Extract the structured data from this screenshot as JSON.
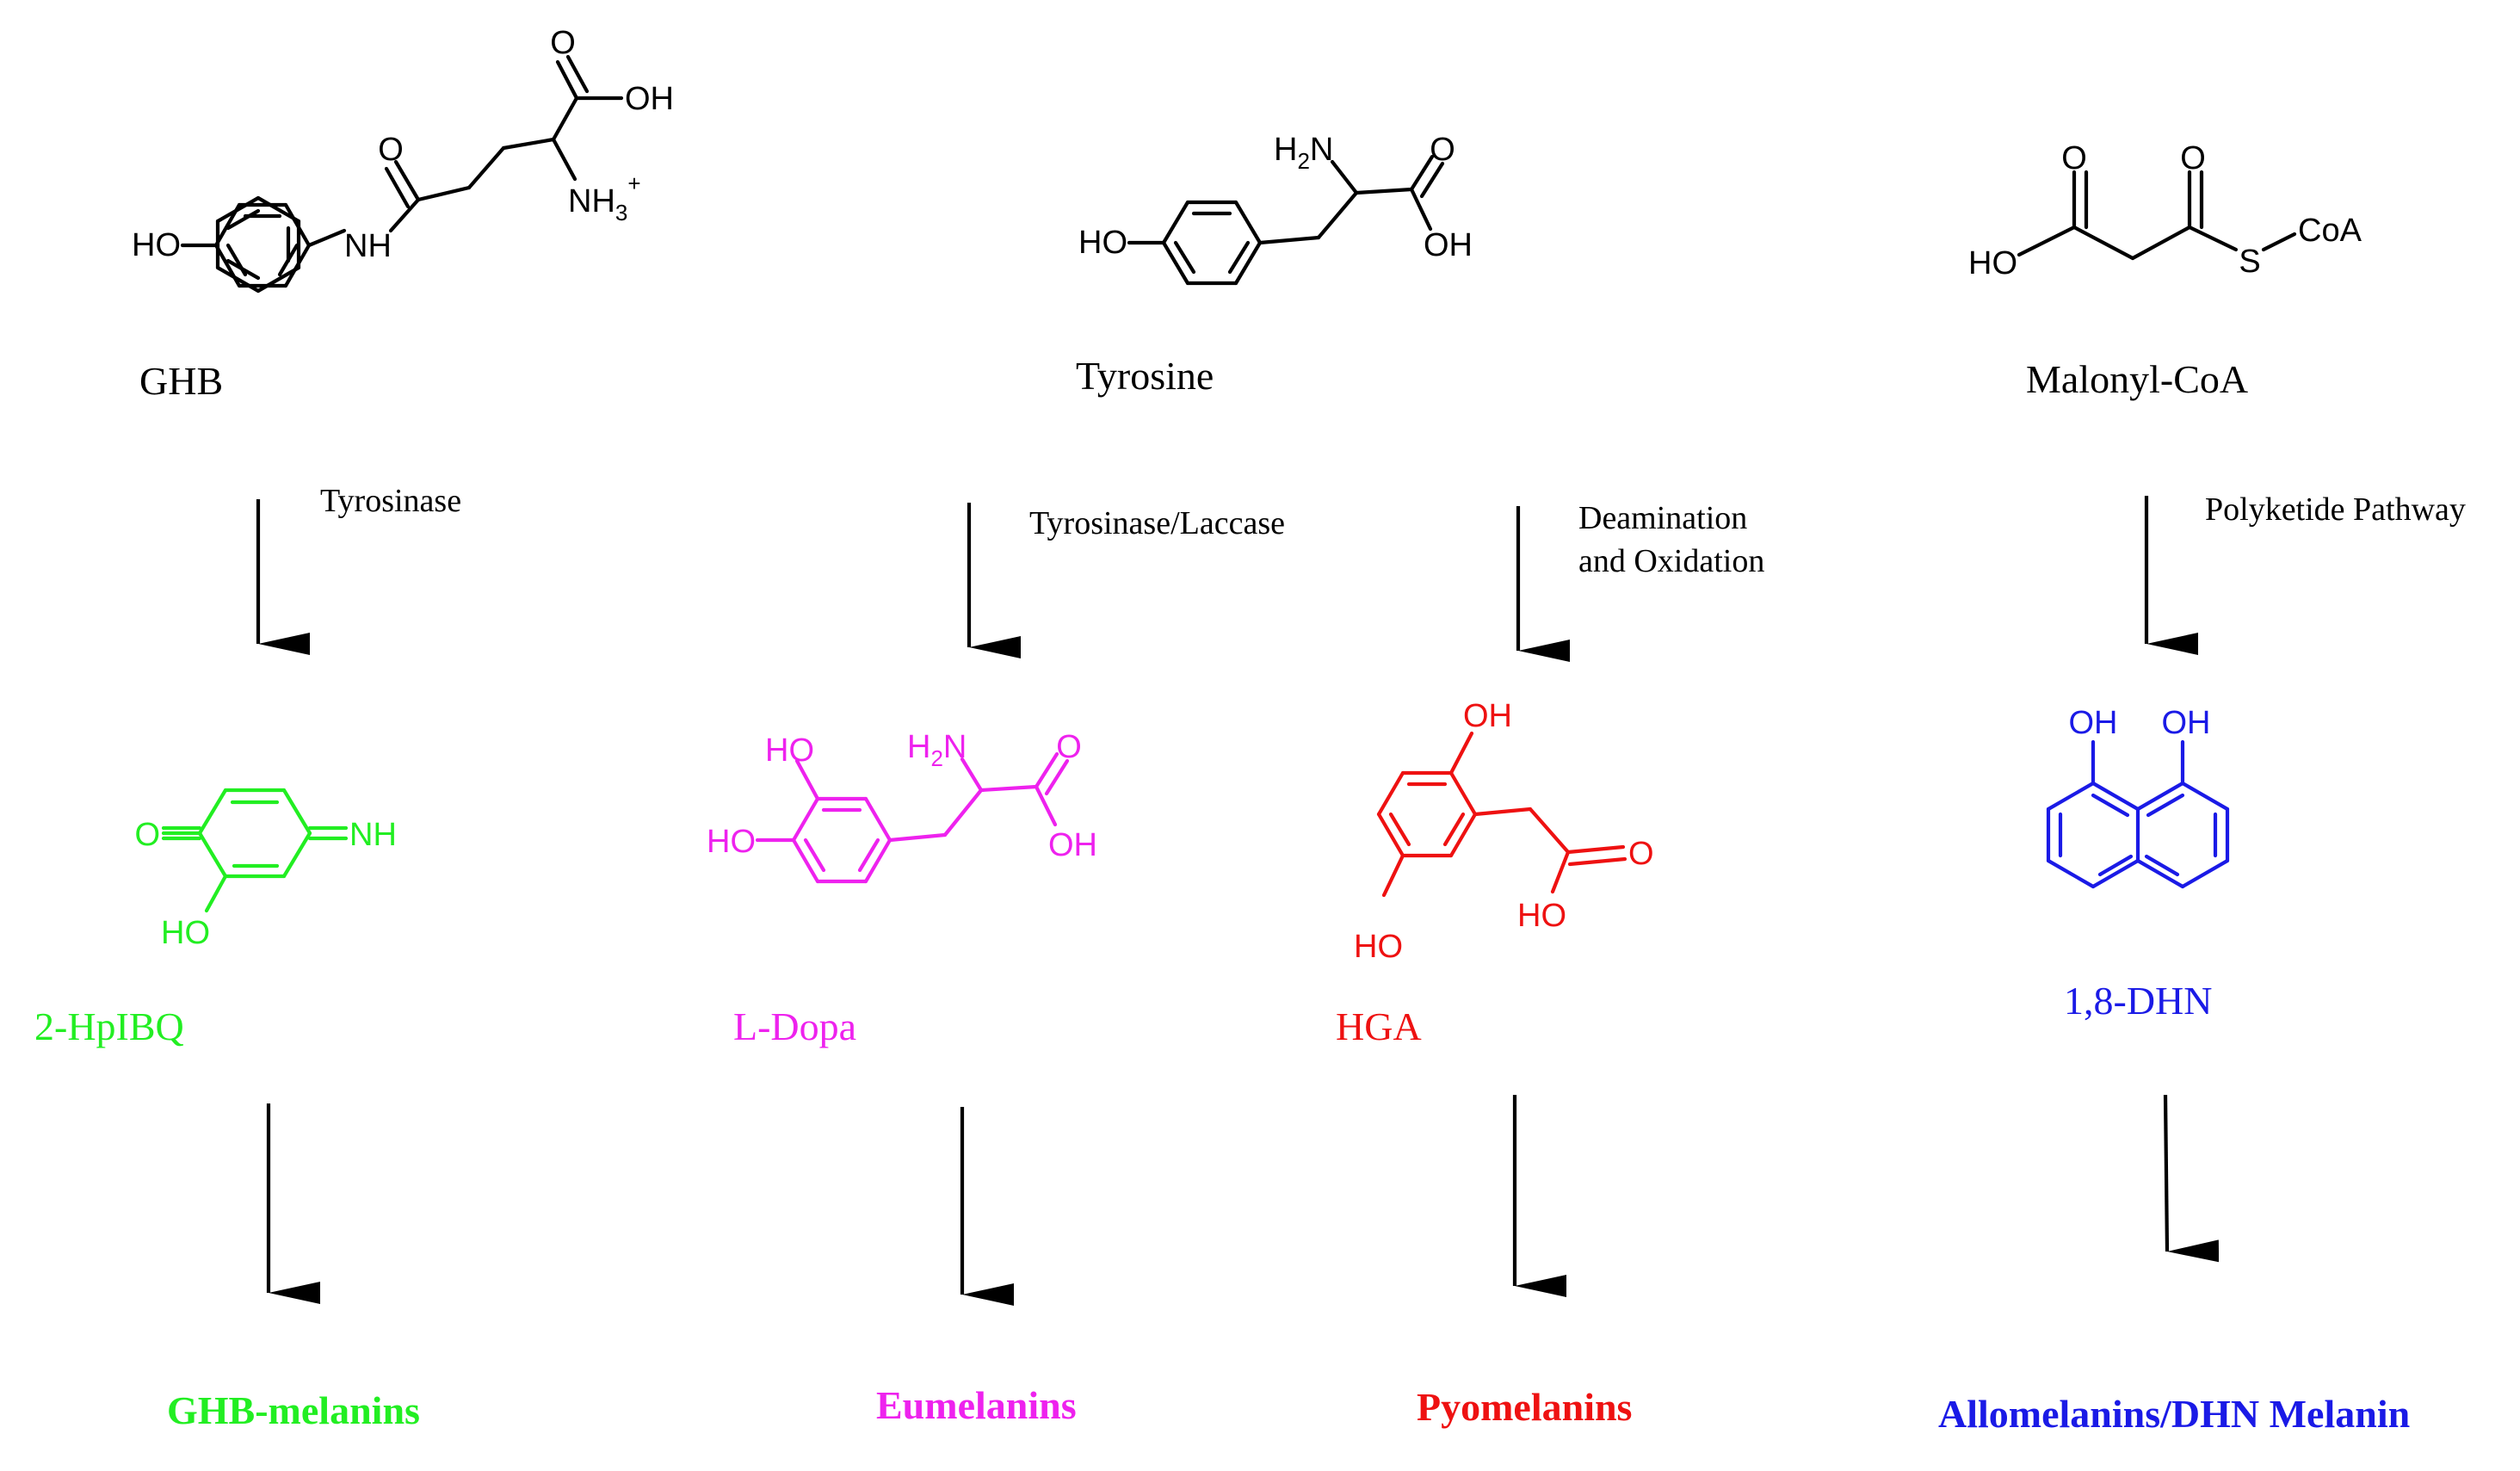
{
  "colors": {
    "black": "#000000",
    "green": "#22ee22",
    "magenta": "#ee22ee",
    "red": "#ee1111",
    "blue": "#1a1ae6"
  },
  "precursors": {
    "ghb": {
      "name": "GHB",
      "atoms": {
        "ho": "HO",
        "nh": "NH",
        "o_amide": "O",
        "o_acid": "O",
        "oh": "OH",
        "nh3": "NH",
        "nh3_sub": "3",
        "nh3_sup": "+"
      }
    },
    "tyrosine": {
      "name": "Tyrosine",
      "atoms": {
        "ho": "HO",
        "h2n_h": "H",
        "h2n_sub": "2",
        "h2n_n": "N",
        "o": "O",
        "oh": "OH"
      }
    },
    "malonyl": {
      "name": "Malonyl-CoA",
      "atoms": {
        "ho": "HO",
        "o1": "O",
        "o2": "O",
        "s": "S",
        "coa": "CoA"
      }
    }
  },
  "enzymes": {
    "e1": "Tyrosinase",
    "e2": "Tyrosinase/Laccase",
    "e3_line1": "Deamination",
    "e3_line2": "and Oxidation",
    "e4": "Polyketide Pathway"
  },
  "intermediates": {
    "hpibq": {
      "name": "2-HpIBQ",
      "atoms": {
        "o": "O",
        "nh": "NH",
        "ho": "HO"
      }
    },
    "ldopa": {
      "name": "L-Dopa",
      "atoms": {
        "ho1": "HO",
        "ho2": "HO",
        "h2n_h": "H",
        "h2n_sub": "2",
        "h2n_n": "N",
        "o": "O",
        "oh": "OH"
      }
    },
    "hga": {
      "name": "HGA",
      "atoms": {
        "oh": "OH",
        "o": "O",
        "ho1": "HO",
        "ho2": "HO"
      }
    },
    "dhn": {
      "name": "1,8-DHN",
      "atoms": {
        "oh1": "OH",
        "oh2": "OH"
      }
    }
  },
  "products": {
    "p1": "GHB-melanins",
    "p2": "Eumelanins",
    "p3": "Pyomelanins",
    "p4": "Allomelanins/DHN Melanin"
  }
}
